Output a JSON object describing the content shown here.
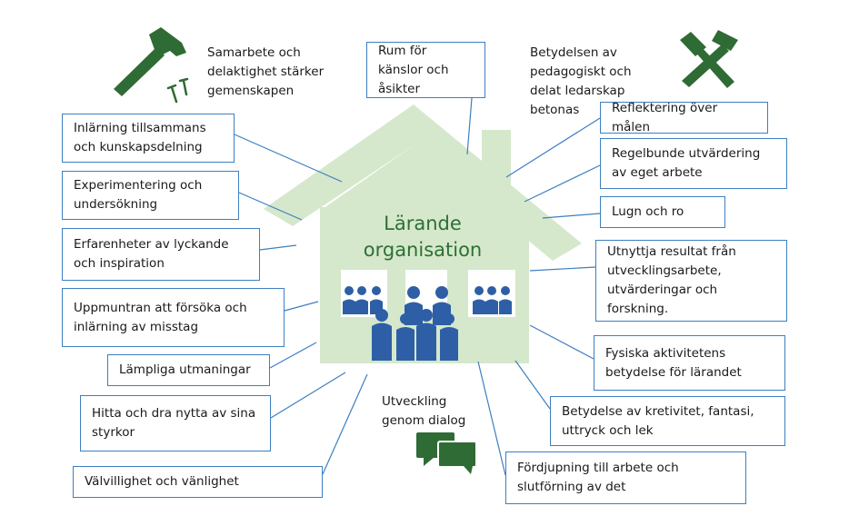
{
  "center": {
    "line1": "Lärande",
    "line2": "organisation"
  },
  "top_notes": {
    "left": "Samarbete och delaktighet stärker gemenskapen",
    "right": "Betydelsen av pedagogiskt och delat ledarskap betonas",
    "bottom": "Utveckling genom dialog"
  },
  "boxes": {
    "rum": "Rum för känslor och åsikter",
    "inlarning": "Inlärning tillsammans och kunskapsdelning",
    "experimentering": "Experimentering och undersökning",
    "erfarenheter": "Erfarenheter av lyckande och inspiration",
    "uppmuntran": "Uppmuntran att försöka och inlärning av misstag",
    "lampliga": "Lämpliga utmaningar",
    "hitta": "Hitta och dra nytta av sina styrkor",
    "valvillighet": "Välvillighet och vänlighet",
    "reflektering": "Reflektering över målen",
    "regelbunde": "Regelbunde utvärdering av eget arbete",
    "lugn": "Lugn och ro",
    "utnyttja": "Utnyttja resultat från utvecklingsarbete, utvärderingar och forskning.",
    "fysiska": "Fysiska aktivitetens betydelse för lärandet",
    "kretivitet": "Betydelse av kretivitet, fantasi, uttryck och lek",
    "fordjupning": "Fördjupning till arbete och slutförning av det"
  },
  "colors": {
    "house": "#d5e8cc",
    "box_border": "#3d7fc0",
    "icon_green": "#2f6b34",
    "people": "#2e5fa6"
  },
  "icons": [
    "hammer-icon",
    "nails-icon",
    "crossed-hammers-icon",
    "speech-bubbles-icon",
    "people-group-icon"
  ]
}
